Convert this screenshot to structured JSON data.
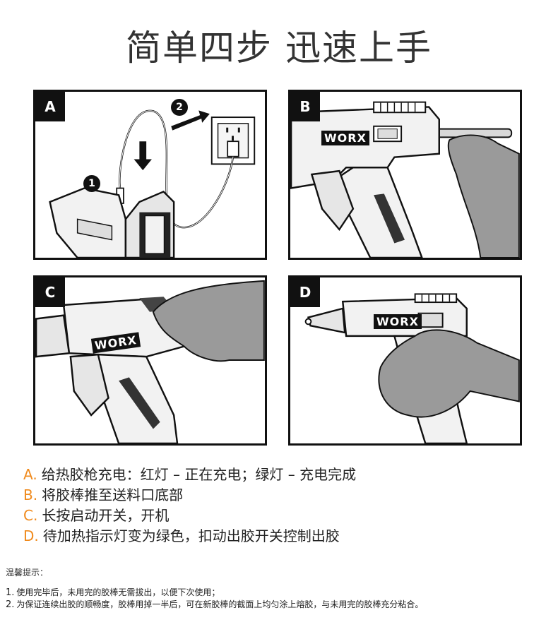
{
  "title": "简单四步 迅速上手",
  "panels": [
    {
      "tag": "A",
      "badges": [
        "1",
        "2"
      ]
    },
    {
      "tag": "B",
      "brand": "WORX"
    },
    {
      "tag": "C",
      "brand": "WORX"
    },
    {
      "tag": "D",
      "brand": "WORX"
    }
  ],
  "steps": [
    {
      "letter": "A.",
      "text": "给热胶枪充电：红灯 – 正在充电；绿灯 – 充电完成"
    },
    {
      "letter": "B.",
      "text": "将胶棒推至送料口底部"
    },
    {
      "letter": "C.",
      "text": "长按启动开关，开机"
    },
    {
      "letter": "D.",
      "text": "待加热指示灯变为绿色，扣动出胶开关控制出胶"
    }
  ],
  "tips_title": "温馨提示：",
  "tips": [
    {
      "num": "1.",
      "text": "使用完毕后，未用完的胶棒无需拔出，以便下次使用；"
    },
    {
      "num": "2.",
      "text": "为保证连续出胶的顺畅度，胶棒用掉一半后，可在新胶棒的截面上均匀涂上熔胶，与未用完的胶棒充分粘合。"
    }
  ],
  "colors": {
    "accent": "#f08a1c",
    "ink": "#111111",
    "skin": "#9a9a9a",
    "body_light": "#eeeeee"
  }
}
